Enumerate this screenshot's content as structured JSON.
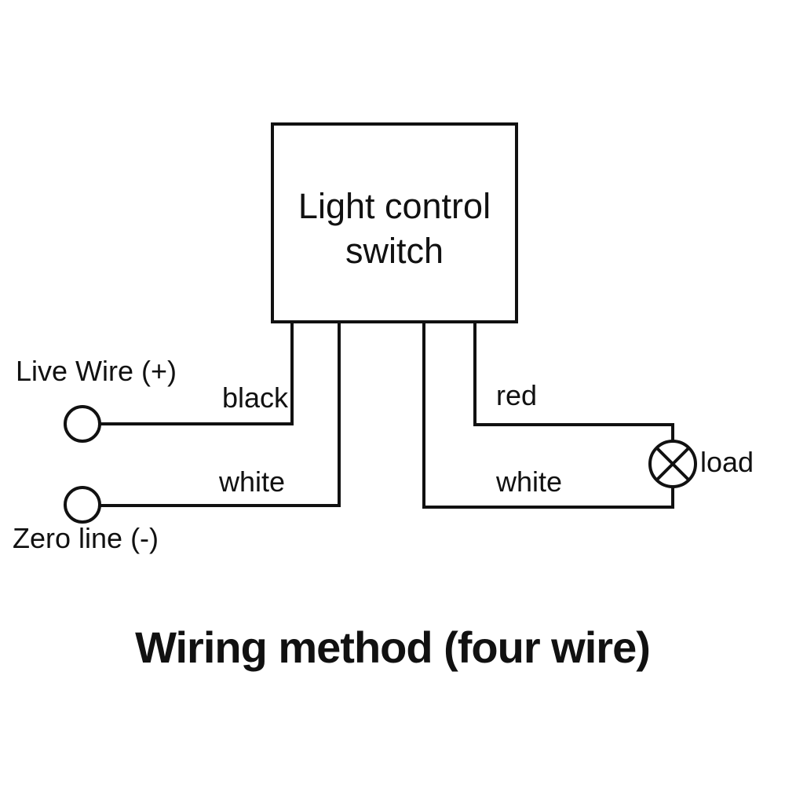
{
  "colors": {
    "line": "#111111",
    "background": "#ffffff"
  },
  "switch_box": {
    "label": "Light control switch"
  },
  "terminals": {
    "live": {
      "label": "Live Wire (+)"
    },
    "zero": {
      "label": "Zero line (-)"
    }
  },
  "wires": {
    "black": {
      "label": "black"
    },
    "white_left": {
      "label": "white"
    },
    "red": {
      "label": "red"
    },
    "white_right": {
      "label": "white"
    }
  },
  "load": {
    "label": "load"
  },
  "caption": "Wiring method (four wire)"
}
